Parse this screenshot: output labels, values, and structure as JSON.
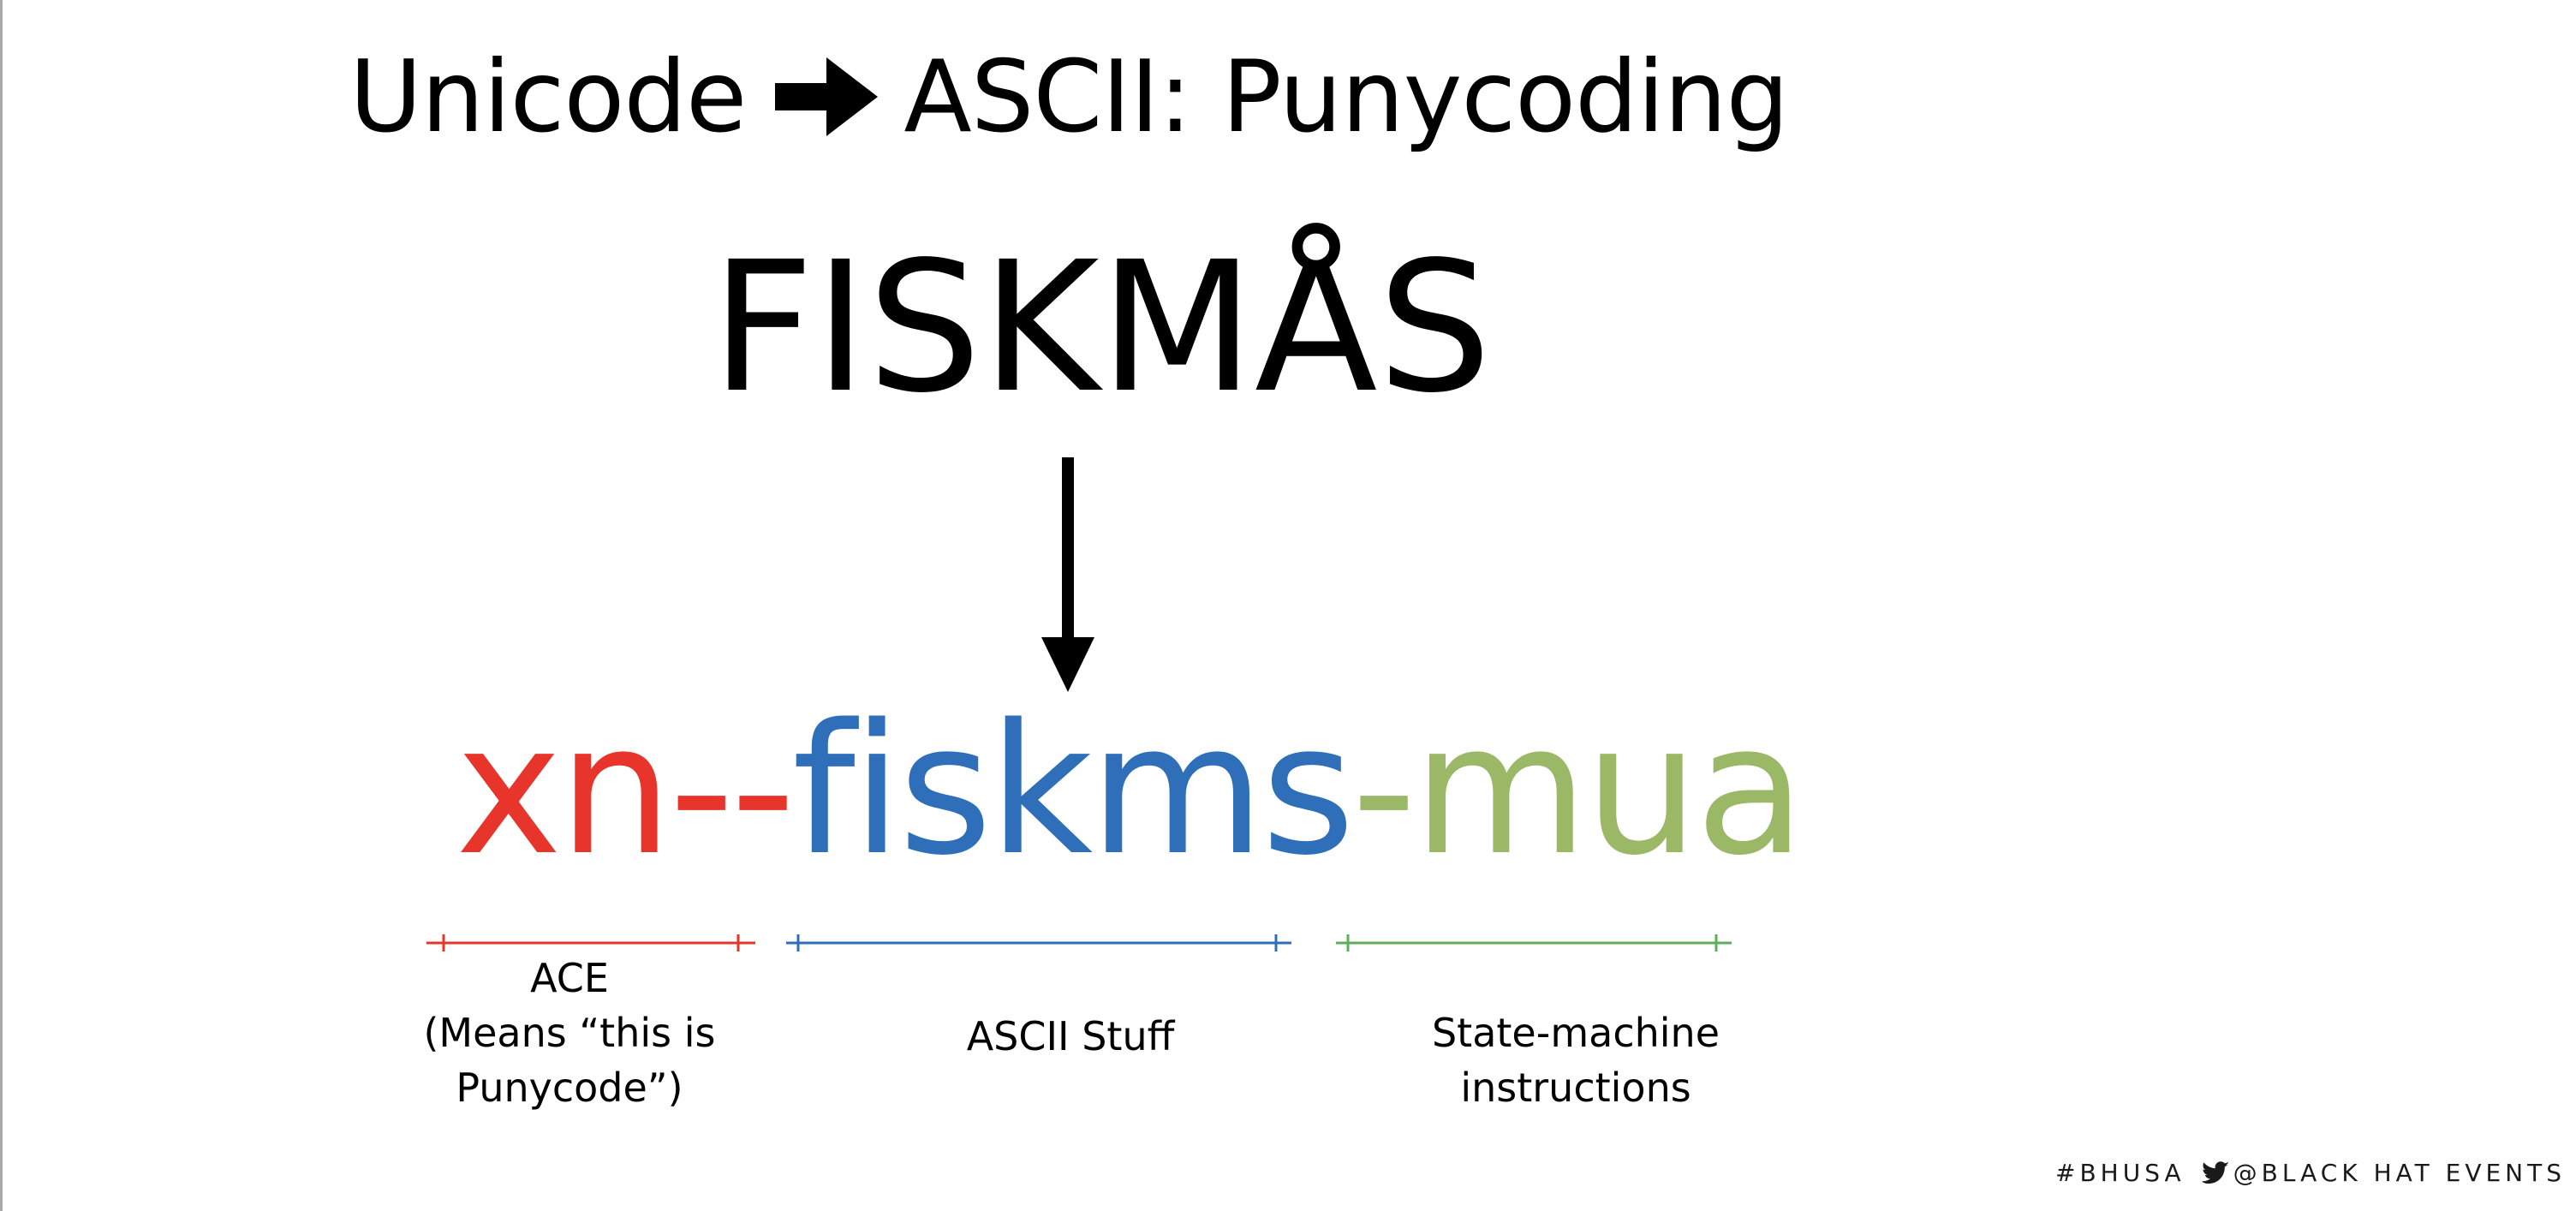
{
  "slide": {
    "title_left": "Unicode",
    "title_arrow_icon": "right-arrow-icon",
    "title_right": "ASCII: Punycoding",
    "unicode_word": "FISKMÅS",
    "down_arrow_icon": "down-arrow-icon",
    "punycode": {
      "ace": "xn--",
      "ascii": "fiskms",
      "state": "-mua"
    },
    "labels": {
      "ace": [
        "ACE",
        "(Means “this is",
        "Punycode”)"
      ],
      "ascii": "ASCII Stuff",
      "state": [
        "State-machine",
        "instructions"
      ]
    },
    "colors": {
      "ace": "#e8352b",
      "ascii": "#2f6fb9",
      "state": "#9bb867",
      "state_bracket": "#5fae5b"
    }
  },
  "footer": {
    "hashtag": "#BHUSA",
    "bird_icon": "twitter-bird-icon",
    "handle": "@BLACK HAT EVENTS"
  }
}
